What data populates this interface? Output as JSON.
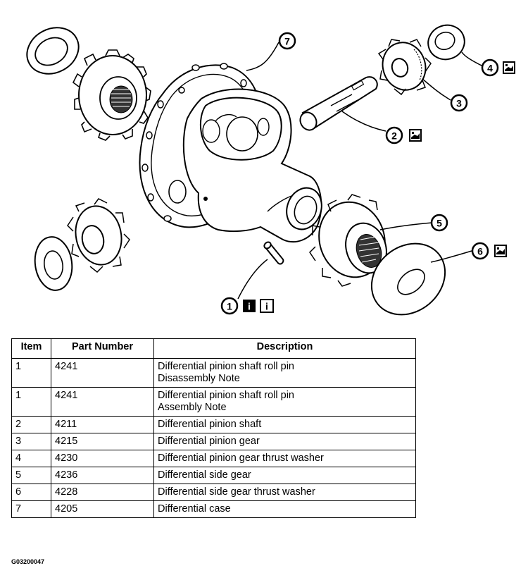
{
  "callouts": [
    {
      "number": "1",
      "icons": [
        "info-icon-filled",
        "info-icon-outline"
      ],
      "icon_glyph": "i"
    },
    {
      "number": "2",
      "icons": [
        "lubricant-icon"
      ]
    },
    {
      "number": "3",
      "icons": []
    },
    {
      "number": "4",
      "icons": [
        "lubricant-icon"
      ]
    },
    {
      "number": "5",
      "icons": []
    },
    {
      "number": "6",
      "icons": [
        "lubricant-icon"
      ]
    },
    {
      "number": "7",
      "icons": []
    }
  ],
  "table": {
    "headers": {
      "item": "Item",
      "part_number": "Part Number",
      "description": "Description"
    },
    "rows": [
      {
        "item": "1",
        "part_number": "4241",
        "description": [
          "Differential pinion shaft roll pin",
          "Disassembly Note"
        ]
      },
      {
        "item": "1",
        "part_number": "4241",
        "description": [
          "Differential pinion shaft roll pin",
          "Assembly Note"
        ]
      },
      {
        "item": "2",
        "part_number": "4211",
        "description": [
          "Differential pinion shaft"
        ]
      },
      {
        "item": "3",
        "part_number": "4215",
        "description": [
          "Differential pinion gear"
        ]
      },
      {
        "item": "4",
        "part_number": "4230",
        "description": [
          "Differential pinion gear thrust washer"
        ]
      },
      {
        "item": "5",
        "part_number": "4236",
        "description": [
          "Differential side gear"
        ]
      },
      {
        "item": "6",
        "part_number": "4228",
        "description": [
          "Differential side gear thrust washer"
        ]
      },
      {
        "item": "7",
        "part_number": "4205",
        "description": [
          "Differential case"
        ]
      }
    ]
  },
  "figure_id": "G03200047"
}
